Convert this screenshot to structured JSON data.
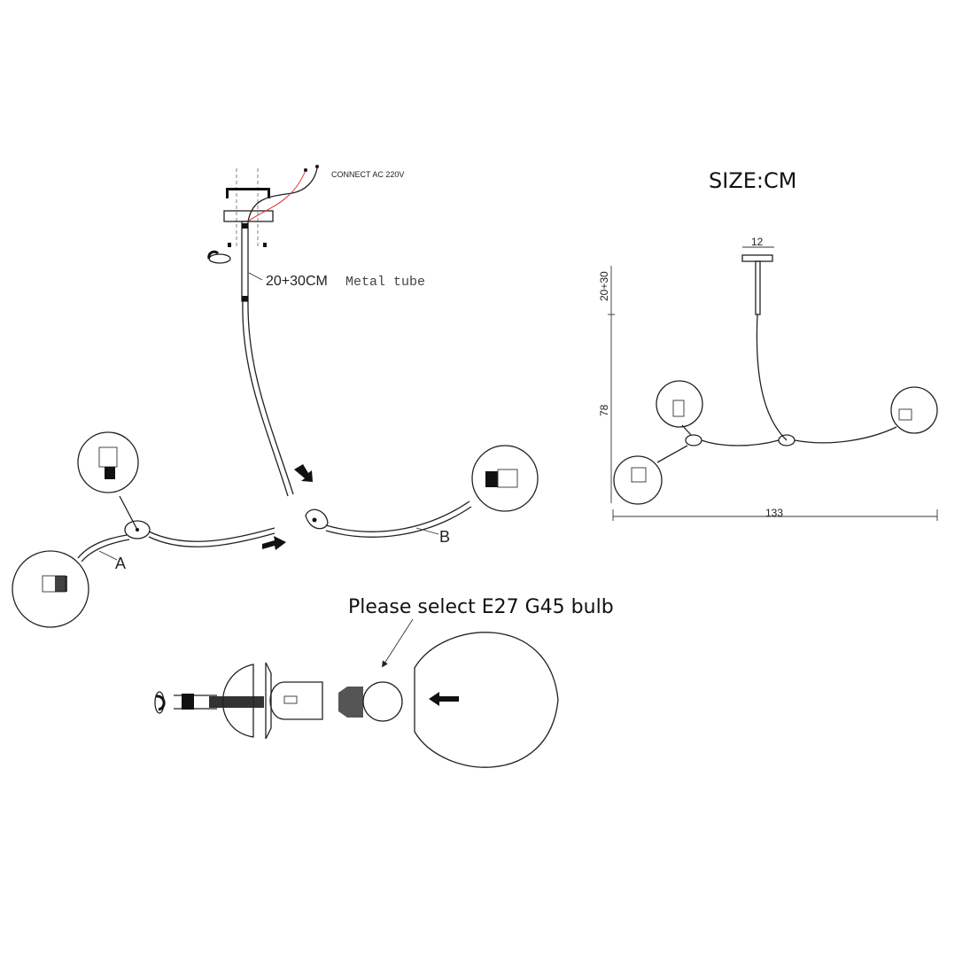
{
  "labels": {
    "connect": "CONNECT AC 220V",
    "tube_length": "20+30CM",
    "tube_desc": "Metal tube",
    "part_a": "A",
    "part_b": "B",
    "size_unit": "SIZE:CM",
    "bulb_note": "Please select E27 G45 bulb"
  },
  "dimensions": {
    "canopy_width": "12",
    "rod_height": "20+30",
    "body_height": "78",
    "total_width": "133"
  },
  "colors": {
    "live_wire": "#e03030",
    "line": "#222222"
  }
}
